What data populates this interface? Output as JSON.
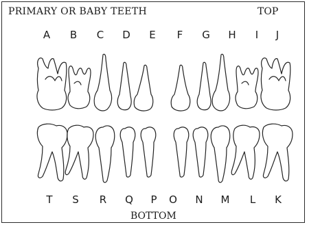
{
  "title": "PRIMARY OR BABY TEETH",
  "top_label": "TOP",
  "bottom_label": "BOTTOM",
  "upper_teeth": [
    "A",
    "B",
    "C",
    "D",
    "E",
    "F",
    "G",
    "H",
    "I",
    "J"
  ],
  "lower_teeth": [
    "T",
    "S",
    "R",
    "Q",
    "P",
    "O",
    "N",
    "M",
    "L",
    "K"
  ]
}
